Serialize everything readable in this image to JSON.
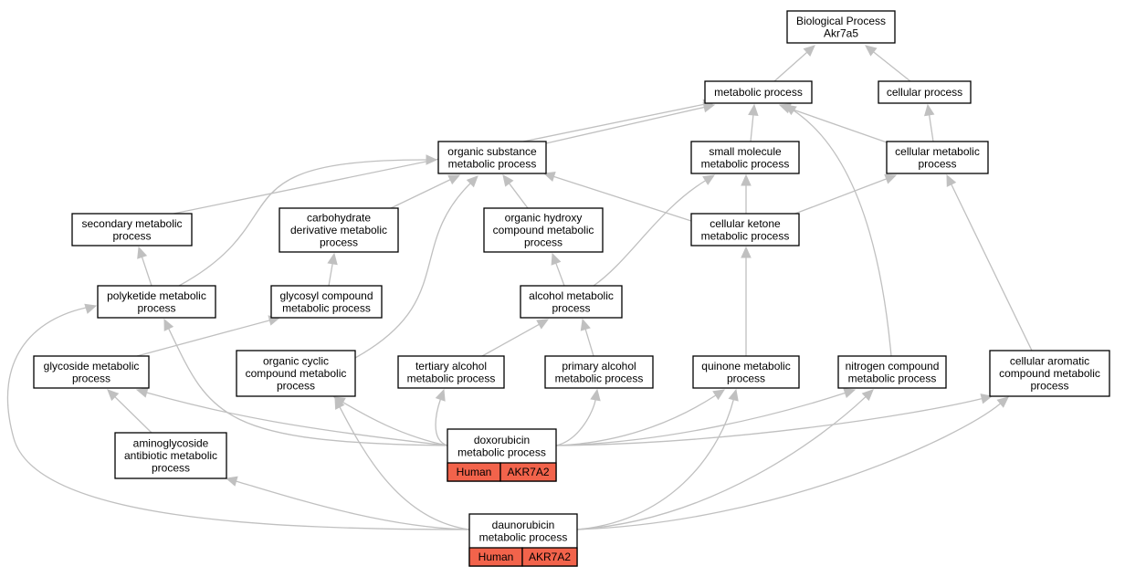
{
  "graph": {
    "edge_color": "#c0c0c0",
    "annotation_color": "#f2634b",
    "nodes": [
      {
        "id": "bp",
        "lines": [
          "Biological Process",
          "Akr7a5"
        ]
      },
      {
        "id": "metabolic",
        "lines": [
          "metabolic process"
        ]
      },
      {
        "id": "cellular",
        "lines": [
          "cellular process"
        ]
      },
      {
        "id": "organic_substance",
        "lines": [
          "organic substance",
          "metabolic process"
        ]
      },
      {
        "id": "small_molecule",
        "lines": [
          "small molecule",
          "metabolic process"
        ]
      },
      {
        "id": "cellular_metabolic",
        "lines": [
          "cellular metabolic",
          "process"
        ]
      },
      {
        "id": "secondary",
        "lines": [
          "secondary metabolic",
          "process"
        ]
      },
      {
        "id": "carbohydrate_deriv",
        "lines": [
          "carbohydrate",
          "derivative metabolic",
          "process"
        ]
      },
      {
        "id": "organic_hydroxy",
        "lines": [
          "organic hydroxy",
          "compound metabolic",
          "process"
        ]
      },
      {
        "id": "cellular_ketone",
        "lines": [
          "cellular ketone",
          "metabolic process"
        ]
      },
      {
        "id": "polyketide",
        "lines": [
          "polyketide metabolic",
          "process"
        ]
      },
      {
        "id": "glycosyl",
        "lines": [
          "glycosyl compound",
          "metabolic process"
        ]
      },
      {
        "id": "alcohol",
        "lines": [
          "alcohol metabolic",
          "process"
        ]
      },
      {
        "id": "glycoside",
        "lines": [
          "glycoside metabolic",
          "process"
        ]
      },
      {
        "id": "organic_cyclic",
        "lines": [
          "organic cyclic",
          "compound metabolic",
          "process"
        ]
      },
      {
        "id": "tertiary_alcohol",
        "lines": [
          "tertiary alcohol",
          "metabolic process"
        ]
      },
      {
        "id": "primary_alcohol",
        "lines": [
          "primary alcohol",
          "metabolic process"
        ]
      },
      {
        "id": "quinone",
        "lines": [
          "quinone metabolic",
          "process"
        ]
      },
      {
        "id": "nitrogen",
        "lines": [
          "nitrogen compound",
          "metabolic process"
        ]
      },
      {
        "id": "cellular_aromatic",
        "lines": [
          "cellular aromatic",
          "compound metabolic",
          "process"
        ]
      },
      {
        "id": "doxorubicin",
        "lines": [
          "doxorubicin",
          "metabolic process"
        ],
        "annotations": [
          "Human",
          "AKR7A2"
        ]
      },
      {
        "id": "aminoglycoside",
        "lines": [
          "aminoglycoside",
          "antibiotic metabolic",
          "process"
        ]
      },
      {
        "id": "daunorubicin",
        "lines": [
          "daunorubicin",
          "metabolic process"
        ],
        "annotations": [
          "Human",
          "AKR7A2"
        ]
      }
    ],
    "edges": [
      {
        "from": "metabolic",
        "to": "bp"
      },
      {
        "from": "cellular",
        "to": "bp"
      },
      {
        "from": "organic_substance",
        "to": "metabolic"
      },
      {
        "from": "small_molecule",
        "to": "metabolic"
      },
      {
        "from": "cellular_metabolic",
        "to": "metabolic"
      },
      {
        "from": "cellular_metabolic",
        "to": "cellular"
      },
      {
        "from": "secondary",
        "to": "metabolic"
      },
      {
        "from": "nitrogen",
        "to": "metabolic"
      },
      {
        "from": "carbohydrate_deriv",
        "to": "organic_substance"
      },
      {
        "from": "organic_hydroxy",
        "to": "organic_substance"
      },
      {
        "from": "cellular_ketone",
        "to": "organic_substance"
      },
      {
        "from": "polyketide",
        "to": "organic_substance"
      },
      {
        "from": "organic_cyclic",
        "to": "organic_substance"
      },
      {
        "from": "cellular_ketone",
        "to": "small_molecule"
      },
      {
        "from": "alcohol",
        "to": "small_molecule"
      },
      {
        "from": "cellular_ketone",
        "to": "cellular_metabolic"
      },
      {
        "from": "cellular_aromatic",
        "to": "cellular_metabolic"
      },
      {
        "from": "polyketide",
        "to": "secondary"
      },
      {
        "from": "glycosyl",
        "to": "carbohydrate_deriv"
      },
      {
        "from": "alcohol",
        "to": "organic_hydroxy"
      },
      {
        "from": "quinone",
        "to": "cellular_ketone"
      },
      {
        "from": "glycoside",
        "to": "glycosyl"
      },
      {
        "from": "tertiary_alcohol",
        "to": "alcohol"
      },
      {
        "from": "primary_alcohol",
        "to": "alcohol"
      },
      {
        "from": "aminoglycoside",
        "to": "glycoside"
      },
      {
        "from": "doxorubicin",
        "to": "polyketide"
      },
      {
        "from": "doxorubicin",
        "to": "glycoside"
      },
      {
        "from": "doxorubicin",
        "to": "organic_cyclic"
      },
      {
        "from": "doxorubicin",
        "to": "tertiary_alcohol"
      },
      {
        "from": "doxorubicin",
        "to": "primary_alcohol"
      },
      {
        "from": "doxorubicin",
        "to": "quinone"
      },
      {
        "from": "doxorubicin",
        "to": "nitrogen"
      },
      {
        "from": "doxorubicin",
        "to": "cellular_aromatic"
      },
      {
        "from": "daunorubicin",
        "to": "polyketide"
      },
      {
        "from": "daunorubicin",
        "to": "aminoglycoside"
      },
      {
        "from": "daunorubicin",
        "to": "organic_cyclic"
      },
      {
        "from": "daunorubicin",
        "to": "quinone"
      },
      {
        "from": "daunorubicin",
        "to": "nitrogen"
      },
      {
        "from": "daunorubicin",
        "to": "cellular_aromatic"
      }
    ]
  }
}
